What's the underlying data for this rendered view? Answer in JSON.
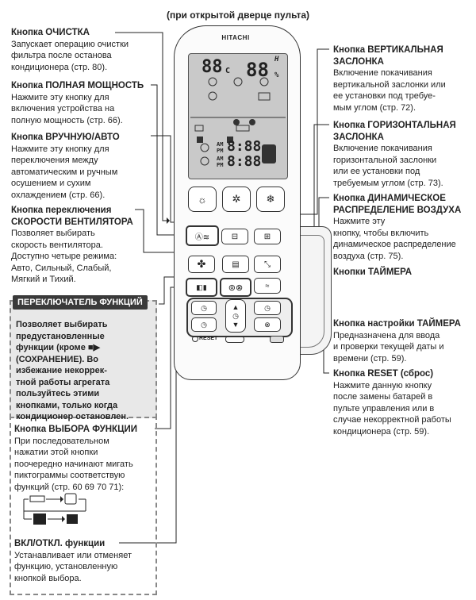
{
  "header": "(при открытой дверце пульта)",
  "brand": "HITACHI",
  "lcd": {
    "temp_small": "88",
    "temp_big": "88",
    "unit_c": "C",
    "unit_pct": "%",
    "h": "H",
    "am": "AM",
    "pm": "PM",
    "time1": "8:88",
    "time2": "8:88"
  },
  "left": [
    {
      "title": "Кнопка ОЧИСТКА",
      "body": "Запускает операцию очистки\nфильтра после останова\nкондиционера (стр. 80)."
    },
    {
      "title": "Кнопка ПОЛНАЯ МОЩНОСТЬ",
      "body": "Нажмите эту кнопку для\nвключения устройства на\nполную мощность (стр. 66)."
    },
    {
      "title": "Кнопка ВРУЧНУЮ/АВТО",
      "body": "Нажмите эту кнопку для\nпереключения между\nавтоматическим и ручным\nосушением и сухим\nохлаждением (стр. 66)."
    },
    {
      "title": "Кнопка переключения\nСКОРОСТИ ВЕНТИЛЯТОРА",
      "body": "Позволяет выбирать\nскорость вентилятора.\nДоступно четыре режима:\nАвто, Сильный, Слабый,\nМягкий и Тихий."
    }
  ],
  "right": [
    {
      "title": "Кнопка ВЕРТИКАЛЬНАЯ\nЗАСЛОНКА",
      "body": "Включение покачивания\nвертикальной заслонки или\nее установки под требуе-\nмым углом (стр. 72)."
    },
    {
      "title": "Кнопка ГОРИЗОНТАЛЬНАЯ\nЗАСЛОНКА",
      "body": "Включение покачивания\nгоризонтальной заслонки\nили ее установки под\nтребуемым углом (стр. 73)."
    },
    {
      "title": "Кнопка ДИНАМИЧЕСКОЕ\nРАСПРЕДЕЛЕНИЕ ВОЗДУХА",
      "body": "Нажмите эту\nкнопку, чтобы включить\nдинамическое распределение\nвоздуха (стр. 75)."
    },
    {
      "title": "Кнопки ТАЙМЕРА",
      "body": ""
    },
    {
      "title": "Кнопка настройки ТАЙМЕРА",
      "body": "Предназначена для ввода\nи проверки текущей даты и\nвремени (стр. 59)."
    },
    {
      "title": "Кнопка RESET (сброс)",
      "body": "Нажмите данную кнопку\nпосле замены батарей в\nпульте управления или в\nслучае некорректной работы\nкондиционера (стр. 59)."
    }
  ],
  "function_switch": {
    "title": "ПЕРЕКЛЮЧАТЕЛЬ ФУНКЦИЙ",
    "text": "Позволяет выбирать\nпредустановленные\nфункции (кроме ■▶\n(СОХРАНЕНИЕ). Во\nизбежание некоррек-\nтной работы агрегата\nпользуйтесь этими\nкнопками, только когда\nкондиционер остановлен."
  },
  "select_function": {
    "title": "Кнопка ВЫБОРА ФУНКЦИИ",
    "body": "При последовательном\nнажатии этой кнопки\nпоочередно начинают мигать\nпиктограммы соответствую\nфункций (стр. 60 69 70 71):"
  },
  "onoff_function": {
    "title": "ВКЛ/ОТКЛ. функции",
    "body": "Устанавливает или отменяет\nфункцию, установленную\nкнопкой выбора."
  },
  "reset_label": "RESET",
  "icons": [
    "sun-icon",
    "sun-drop-icon",
    "snowflake-icon",
    "fan-icon",
    "clock-icon",
    "cancel-icon"
  ]
}
